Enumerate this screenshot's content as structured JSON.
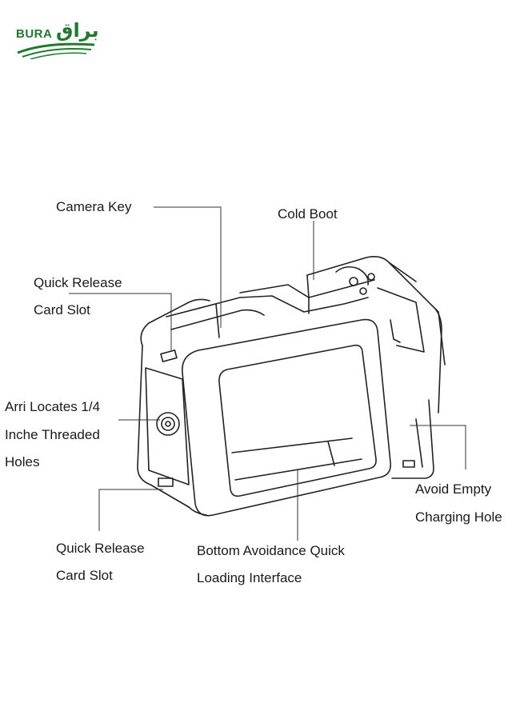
{
  "brand": {
    "latin": "BURA",
    "arabic": "براق",
    "color": "#1f7a2e"
  },
  "labels": {
    "camera_key": "Camera Key",
    "cold_boot": "Cold Boot",
    "quick_release_top_1": "Quick Release",
    "quick_release_top_2": "Card Slot",
    "arri_1": "Arri Locates 1/4",
    "arri_2": "Inche Threaded",
    "arri_3": "Holes",
    "avoid_1": "Avoid Empty",
    "avoid_2": "Charging Hole",
    "quick_release_bottom_1": "Quick Release",
    "quick_release_bottom_2": "Card Slot",
    "bottom_1": "Bottom Avoidance Quick",
    "bottom_2": "Loading Interface"
  }
}
